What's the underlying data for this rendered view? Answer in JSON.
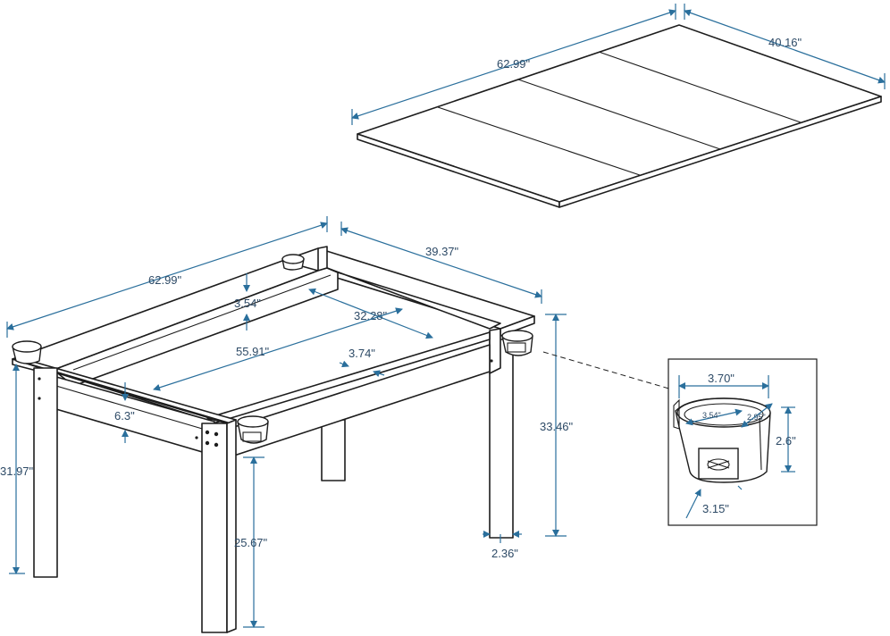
{
  "tabletop": {
    "length": "62.99\"",
    "width": "40.16\""
  },
  "frame": {
    "length": "62.99\"",
    "width": "39.37\"",
    "top_rail": "3.54\"",
    "inner_width": "32.28\"",
    "inner_length": "55.91\"",
    "side_rail": "3.74\"",
    "apron_height": "6.3\"",
    "total_height": "33.46\"",
    "leg_height_left": "31.97\"",
    "leg_clearance": "25.67\"",
    "leg_width": "2.36\""
  },
  "cup_holder": {
    "width": "3.70\"",
    "inner_diameter": "3.54\"",
    "opening": "2.95\"",
    "height": "2.6\"",
    "base": "3.15\""
  },
  "colors": {
    "dimension": "#2a6f9c",
    "label": "#2d4a66",
    "outline": "#1d1d1d"
  }
}
